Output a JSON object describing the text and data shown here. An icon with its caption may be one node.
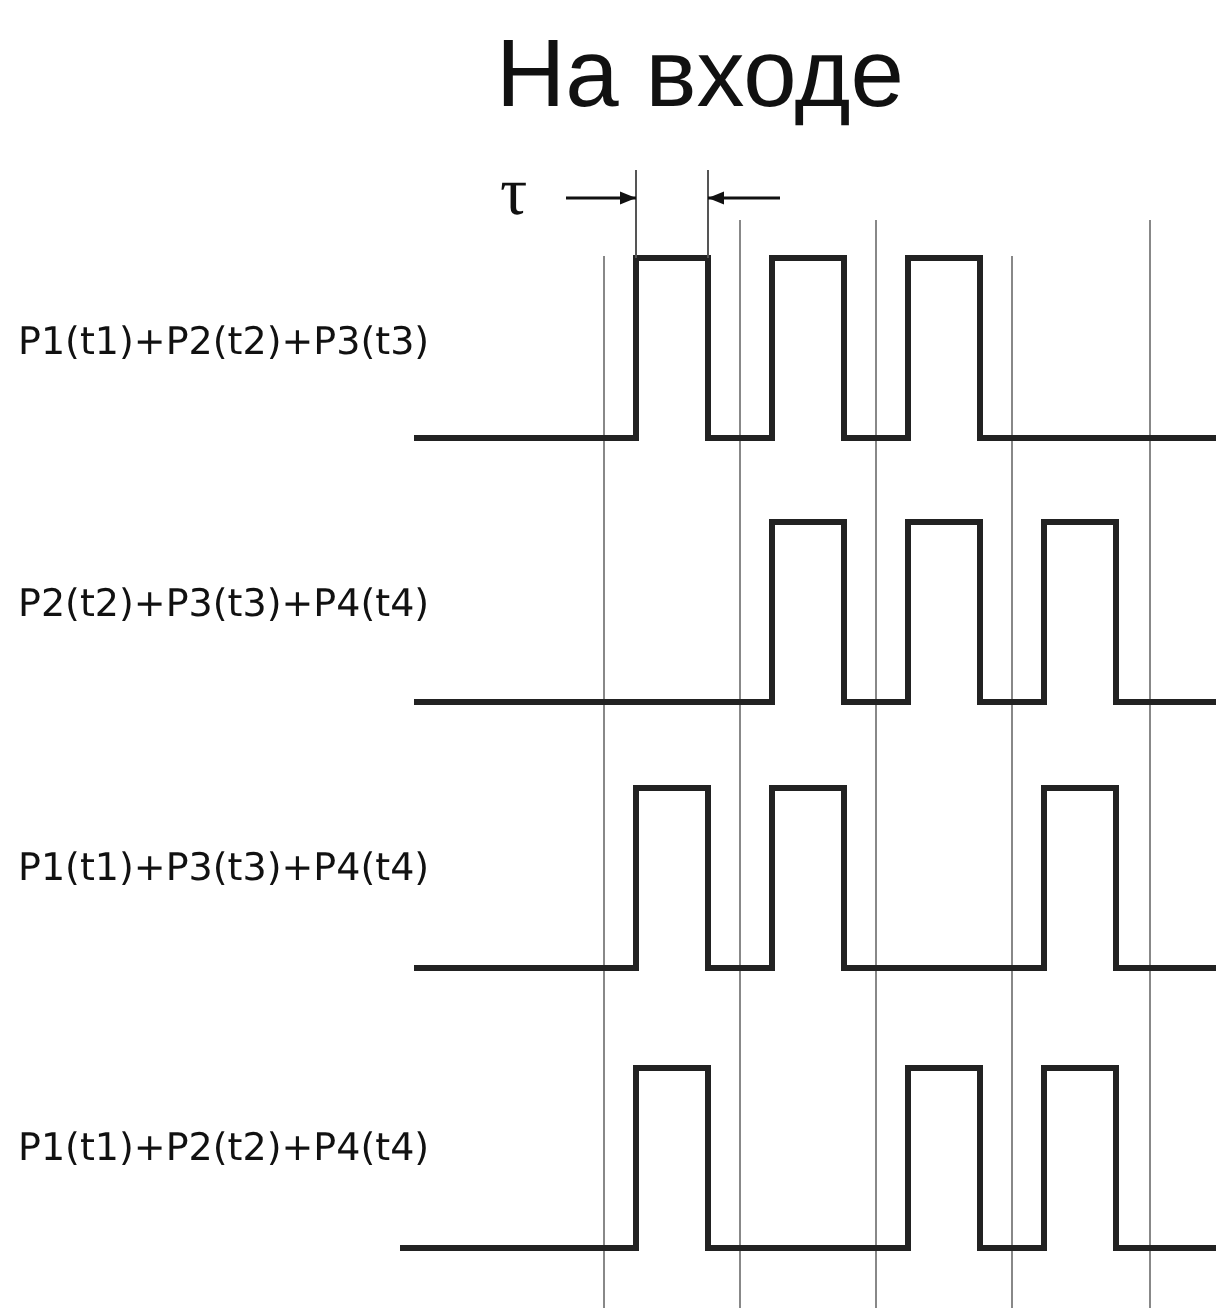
{
  "diagram": {
    "title": "На входе",
    "labels": [
      "τ",
      "P1(t1)+P2(t2)+P3(t3)",
      "P2(t2)+P3(t3)+P4(t4)",
      "P1(t1)+P3(t3)+P4(t4)",
      "P1(t1)+P2(t2)+P4(t4)"
    ]
  }
}
